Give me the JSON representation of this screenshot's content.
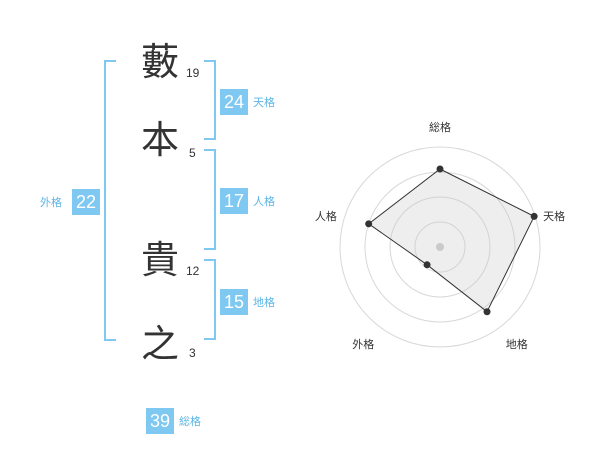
{
  "colors": {
    "accent": "#7fc8f2",
    "accent_text": "#5cb5e6",
    "kanji": "#333333"
  },
  "name": {
    "chars": [
      {
        "char": "藪",
        "strokes": "19"
      },
      {
        "char": "本",
        "strokes": "5"
      },
      {
        "char": "貴",
        "strokes": "12"
      },
      {
        "char": "之",
        "strokes": "3"
      }
    ]
  },
  "fortunes": {
    "tenkaku": {
      "label": "天格",
      "value": "24"
    },
    "jinkaku": {
      "label": "人格",
      "value": "17"
    },
    "chikaku": {
      "label": "地格",
      "value": "15"
    },
    "gaikaku": {
      "label": "外格",
      "value": "22"
    },
    "soukaku": {
      "label": "総格",
      "value": "39"
    }
  },
  "chart_data": {
    "type": "radar",
    "axes": [
      "総格",
      "天格",
      "地格",
      "外格",
      "人格"
    ],
    "values": [
      0.78,
      0.99,
      0.8,
      0.22,
      0.75
    ],
    "range": [
      0,
      1
    ],
    "rings": 4,
    "grid": true
  }
}
